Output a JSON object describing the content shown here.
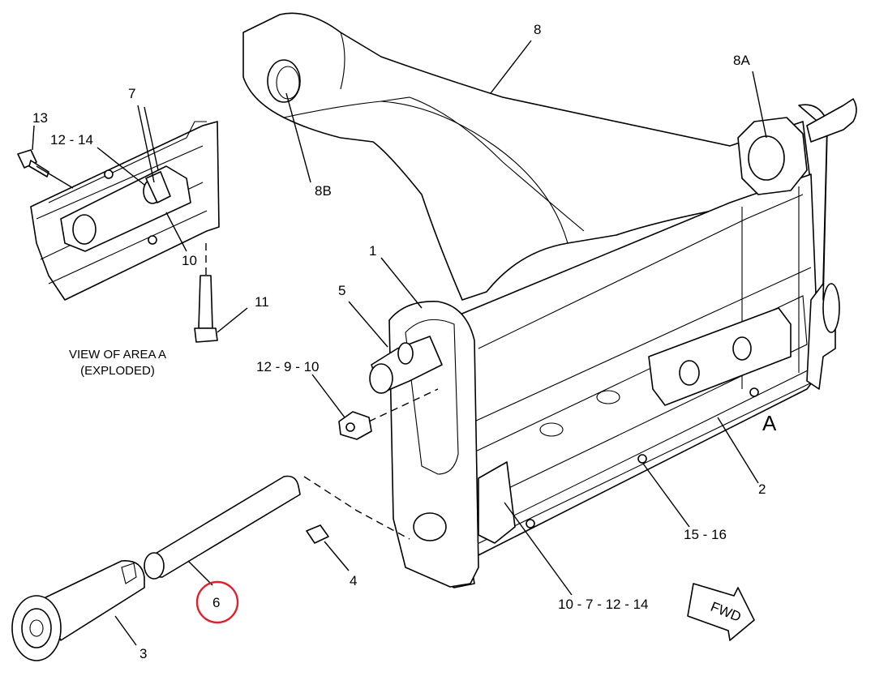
{
  "diagram": {
    "labels": {
      "l13": "13",
      "l7": "7",
      "l12_14": "12 - 14",
      "l10": "10",
      "l11": "11",
      "l8": "8",
      "l8A": "8A",
      "l8B": "8B",
      "l1": "1",
      "l5": "5",
      "l12_9_10": "12 - 9 - 10",
      "lA": "A",
      "l2": "2",
      "l15_16": "15 - 16",
      "l4": "4",
      "l6": "6",
      "l3": "3",
      "l10_7_12_14": "10 - 7 - 12 - 14"
    },
    "caption_line1": "VIEW OF AREA A",
    "caption_line2": "(EXPLODED)",
    "fwd": "FWD",
    "highlight_color": "#e0202a"
  }
}
